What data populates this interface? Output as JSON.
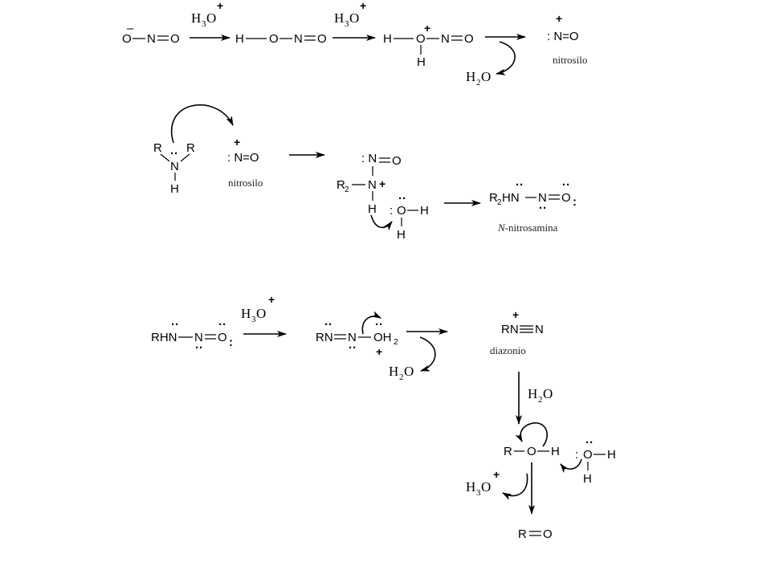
{
  "reagents": {
    "hydronium": "H3O",
    "hydronium_base": "H",
    "hydronium_sub": "3",
    "hydronium_tail": "O",
    "water": "H2O",
    "water_base": "H",
    "water_sub": "2",
    "water_tail": "O",
    "plus": "+",
    "minus": "–"
  },
  "row1": {
    "nitrite_O": "O",
    "nitrite_N": "N",
    "nitrite_O2": "O",
    "hno2_H": "H",
    "hno2_O": "O",
    "hno2_N": "N",
    "hno2_O2": "O",
    "prot_H": "H",
    "prot_O": "O",
    "prot_N": "N",
    "prot_O2": "O",
    "prot_H_below": "H",
    "nitrosyl": ": N=O",
    "nitrosyl_caption": "nitrosilo"
  },
  "row2": {
    "amine_R1": "R",
    "amine_R2": "R",
    "amine_N": "N",
    "amine_H": "H",
    "nitrosyl": ": N=O",
    "nitrosyl_caption": "nitrosilo",
    "adduct_N_top": ": N",
    "adduct_O": "O",
    "adduct_R2": "R",
    "adduct_R2_sub": "2",
    "adduct_N": "N",
    "adduct_H": "H",
    "water_colon": ":",
    "water_O": "O",
    "water_H_right": "H",
    "water_H_below": "H",
    "product_R2": "R",
    "product_R2_sub": "2",
    "product_HN": "HN",
    "product_N": "N",
    "product_O": "O",
    "product_caption_italic": "N",
    "product_caption_rest": "-nitrosamina"
  },
  "row3": {
    "start_RHN": "RHN",
    "start_N": "N",
    "start_O": "O",
    "mid_RN": "RN",
    "mid_N": "N",
    "mid_OH": "OH",
    "mid_sub": "2",
    "diazonium_RN": "RN",
    "diazonium_N": "N",
    "diazonium_caption": "diazonio",
    "cat_R": "R",
    "cat_O": "O",
    "cat_H": "H",
    "water_colon": ":",
    "water_O": "O",
    "water_H_right": "H",
    "water_H_below": "H",
    "final_R": "R",
    "final_O": "O"
  }
}
